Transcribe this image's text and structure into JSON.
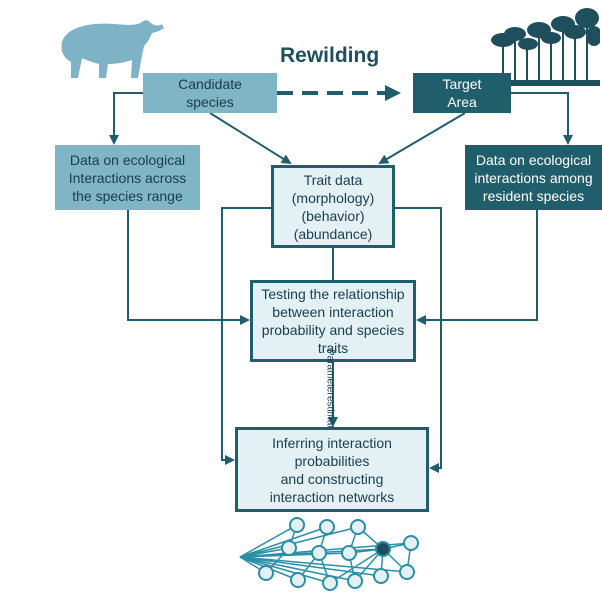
{
  "title": "Rewilding",
  "boxes": {
    "candidate": [
      "Candidate",
      "species"
    ],
    "target": [
      "Target",
      "Area"
    ],
    "data_range": [
      "Data on ecological",
      "Interactions across",
      "the species range"
    ],
    "data_resident": [
      "Data on ecological",
      "interactions among",
      "resident species"
    ],
    "trait": [
      "Trait data",
      "(morphology)",
      "(behavior)",
      "(abundance)"
    ],
    "testing": [
      "Testing the relationship",
      "between interaction",
      "probability and species",
      "traits"
    ],
    "param": [
      "Parameter",
      "estimates"
    ],
    "inferring": [
      "Inferring interaction",
      "probabilities",
      "and constructing",
      "interaction networks"
    ]
  },
  "colors": {
    "dark": "#215e6b",
    "light": "#7fb5c4",
    "pale": "#e3f1f5",
    "tapir": "#7db3c5",
    "forest": "#1f4f5c",
    "network": "#2a8fa6"
  },
  "icons": {
    "tapir": "tapir-silhouette-icon",
    "forest": "forest-silhouette-icon",
    "network": "interaction-network-icon"
  }
}
